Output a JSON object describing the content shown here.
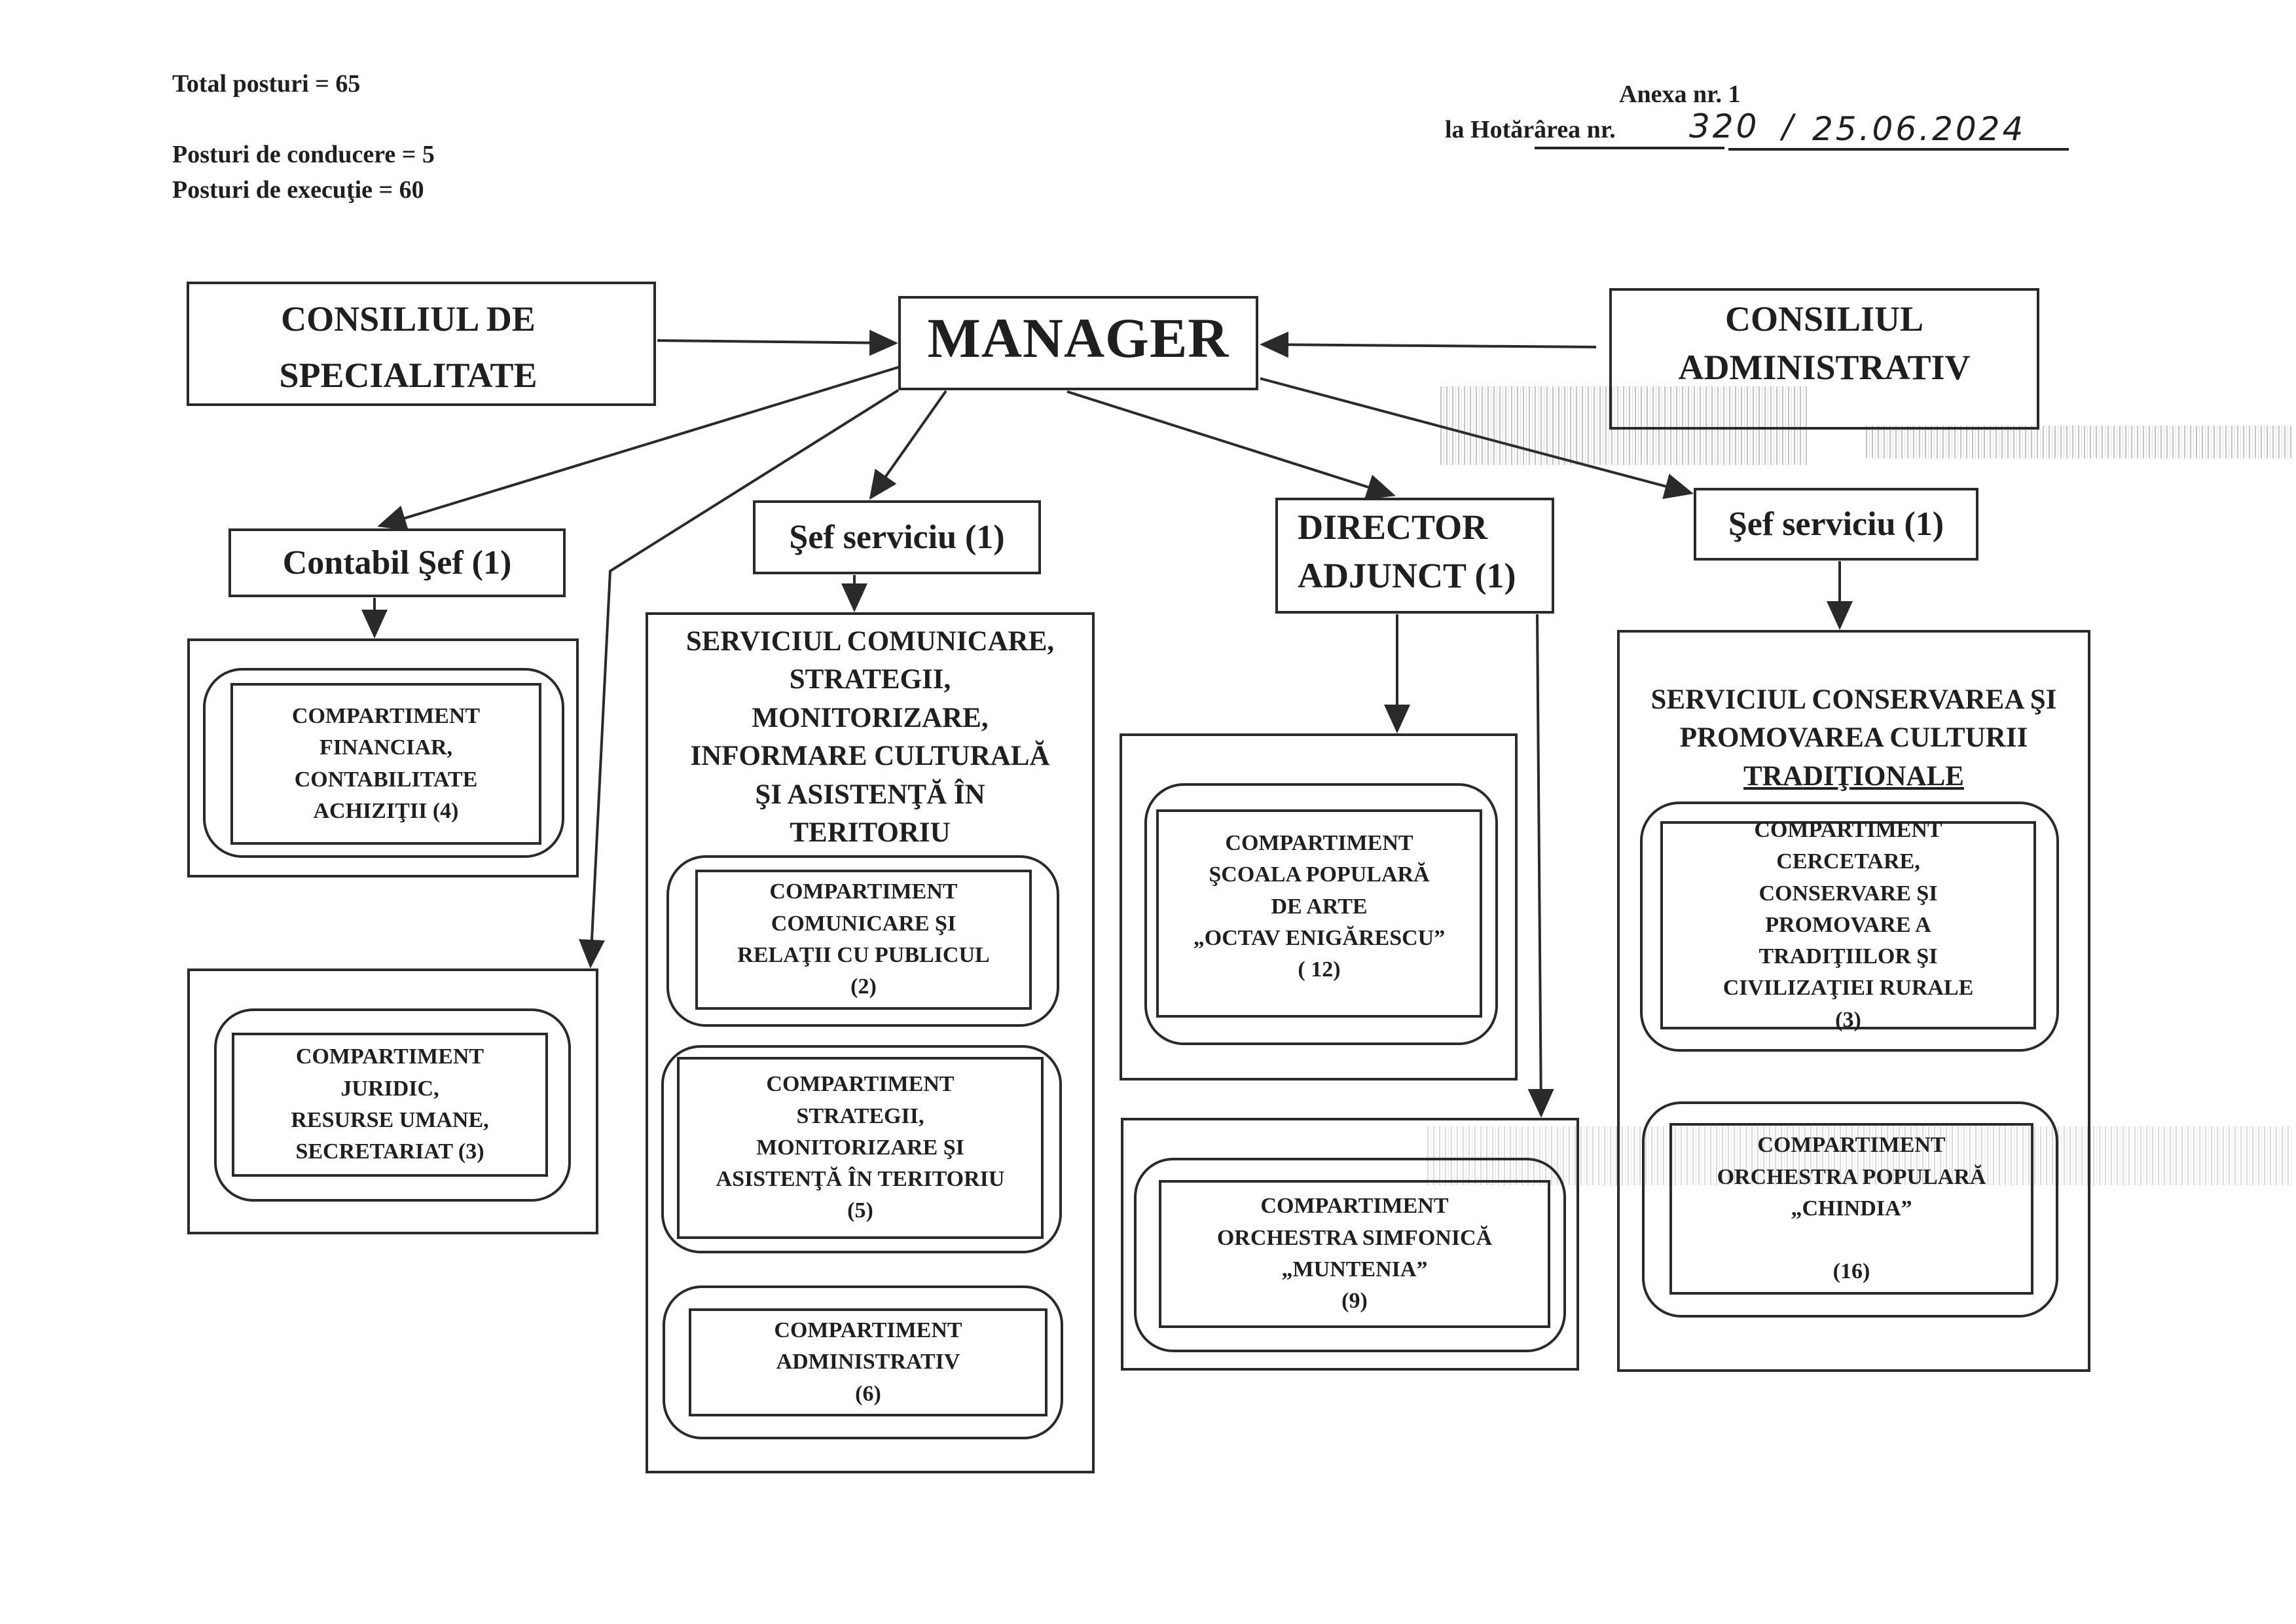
{
  "header": {
    "total_posts": "Total  posturi =  65",
    "management_posts": "Posturi de conducere = 5",
    "execution_posts": "Posturi de execuţie = 60",
    "annex_title": "Anexa nr. 1",
    "decision_label": "la Hotărârea nr.",
    "decision_number": "320",
    "decision_separator": "/",
    "decision_date": "25.06.2024"
  },
  "top": {
    "council_specialty": [
      "CONSILIUL DE",
      "SPECIALITATE"
    ],
    "manager": "MANAGER",
    "council_admin": [
      "CONSILIUL",
      "ADMINISTRATIV"
    ]
  },
  "positions": {
    "chief_accountant": "Contabil Şef (1)",
    "head_of_service_center": "Şef serviciu (1)",
    "deputy_director": [
      "DIRECTOR",
      "ADJUNCT (1)"
    ],
    "head_of_service_right": "Şef serviciu (1)"
  },
  "departments": {
    "financial": [
      "COMPARTIMENT",
      "FINANCIAR,",
      "CONTABILITATE",
      "ACHIZIŢII  (4)"
    ],
    "legal": [
      "COMPARTIMENT",
      "JURIDIC,",
      "RESURSE UMANE,",
      "SECRETARIAT (3)"
    ],
    "service_communication": {
      "title": [
        "SERVICIUL COMUNICARE,",
        "STRATEGII,",
        "MONITORIZARE,",
        "INFORMARE CULTURALĂ",
        "ŞI ASISTENŢĂ ÎN",
        "TERITORIU"
      ],
      "compartments": [
        [
          "COMPARTIMENT",
          "COMUNICARE  ŞI",
          "RELAŢII CU PUBLICUL",
          "(2)"
        ],
        [
          "COMPARTIMENT",
          "STRATEGII,",
          "MONITORIZARE ŞI",
          "ASISTENŢĂ ÎN TERITORIU",
          "(5)"
        ],
        [
          "COMPARTIMENT",
          "ADMINISTRATIV",
          "(6)"
        ]
      ]
    },
    "folk_school": [
      "COMPARTIMENT",
      "ŞCOALA POPULARĂ",
      "DE ARTE",
      "„OCTAV ENIGĂRESCU”",
      "( 12)"
    ],
    "symphony": [
      "COMPARTIMENT",
      "ORCHESTRA SIMFONICĂ",
      "„MUNTENIA”",
      "(9)"
    ],
    "service_traditional": {
      "title": [
        "SERVICIUL CONSERVAREA ŞI",
        "PROMOVAREA CULTURII",
        "TRADIŢIONALE"
      ],
      "compartments": [
        [
          "COMPARTIMENT",
          "CERCETARE,",
          "CONSERVARE ŞI",
          "PROMOVARE A",
          "TRADIŢIILOR ŞI",
          "CIVILIZAŢIEI RURALE",
          "(3)"
        ],
        [
          "COMPARTIMENT",
          "ORCHESTRA POPULARĂ",
          "„CHINDIA”",
          "",
          "(16)"
        ]
      ]
    }
  }
}
